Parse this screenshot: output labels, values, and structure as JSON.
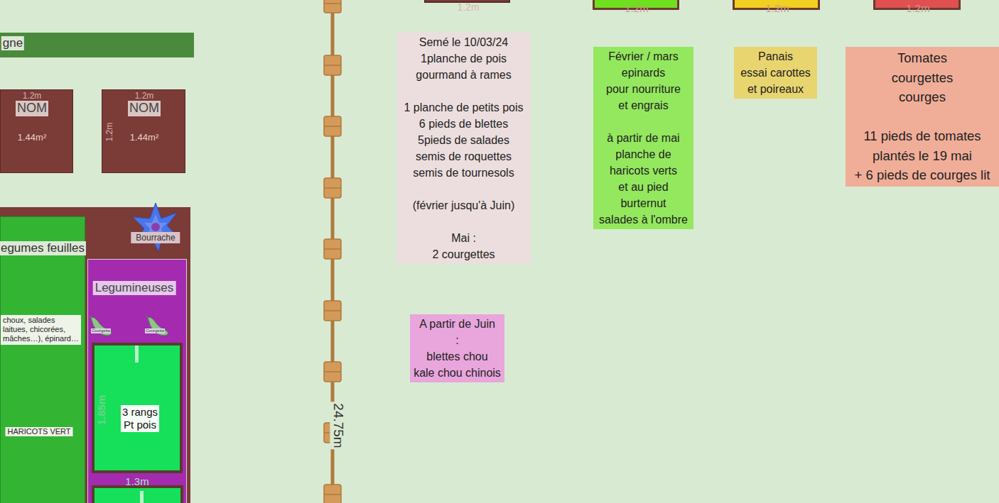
{
  "diagram": {
    "nodes": [
      {
        "text": [
          "1.2m"
        ]
      },
      {
        "text": [
          "1.2m"
        ]
      },
      {
        "text": [
          "1.2m"
        ]
      },
      {
        "text": [
          "1.2m"
        ]
      },
      {
        "text": [
          "gne"
        ]
      },
      {
        "text": [
          "1.2m",
          "NOM",
          "1.44m²"
        ]
      },
      {
        "text": [
          "1.2m",
          "1.2m",
          "NOM",
          "1.44m²"
        ]
      },
      {
        "text": [
          "Bourrache"
        ]
      },
      {
        "text": [
          "egumes feuilles",
          "choux, salades laitues, chicorées, mâches…), épinard…",
          "HARICOTS VERT"
        ],
        "in": 7
      },
      {
        "text": [
          "Legumineuses"
        ],
        "in": 7
      },
      {
        "text": [
          "1.85m",
          "3 rangs Pt pois",
          "1.3m"
        ],
        "in": 9
      },
      {
        "text": [
          "Semé le 10/03/24 1planche de pois gourmand à rames",
          "1 planche de petits pois 6 pieds de blettes 5pieds de salades semis de roquettes semis de tournesols",
          "(février jusqu'à Juin)",
          "Mai : 2 courgettes"
        ]
      },
      {
        "text": [
          "A partir de Juin : blettes chou kale chou chinois"
        ]
      },
      {
        "text": [
          "Février / mars epinards pour nourriture et engrais",
          "à partir de mai planche de haricots verts et au pied burternut salades à l'ombre"
        ]
      },
      {
        "text": [
          "Panais essai carottes et poireaux"
        ]
      },
      {
        "text": [
          "Tomates courgettes courges",
          "11 pieds de tomates plantés le 19 mai + 6 pieds de courges lit"
        ]
      }
    ],
    "labels": [
      "24.75m",
      "Courgette",
      "Courgette"
    ]
  }
}
